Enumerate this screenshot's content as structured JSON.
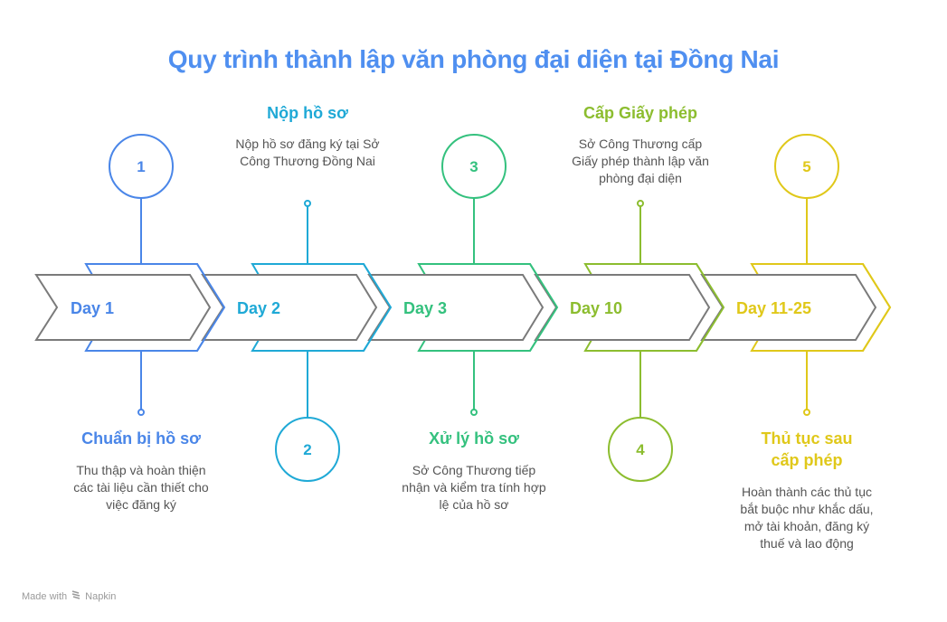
{
  "title": "Quy trình thành lập văn phòng đại diện tại Đồng Nai",
  "steps": [
    {
      "number": "1",
      "day": "Day 1",
      "heading": [
        "Chuẩn bị hồ sơ"
      ],
      "description": "Thu thập và hoàn thiện các tài liệu cần thiết cho việc đăng ký",
      "color": "#4a86e8",
      "circle_position": "top",
      "text_position": "bottom"
    },
    {
      "number": "2",
      "day": "Day 2",
      "heading": [
        "Nộp hồ sơ"
      ],
      "description": "Nộp hồ sơ đăng ký tại Sở Công Thương Đồng Nai",
      "color": "#1fa9d6",
      "circle_position": "bottom",
      "text_position": "top"
    },
    {
      "number": "3",
      "day": "Day 3",
      "heading": [
        "Xử lý hồ sơ"
      ],
      "description": "Sở Công Thương tiếp nhận và kiểm tra tính hợp lệ của hồ sơ",
      "color": "#34c17e",
      "circle_position": "top",
      "text_position": "bottom"
    },
    {
      "number": "4",
      "day": "Day 10",
      "heading": [
        "Cấp Giấy phép"
      ],
      "description": "Sở Công Thương cấp Giấy phép thành lập văn phòng đại diện",
      "color": "#8cbd2f",
      "circle_position": "bottom",
      "text_position": "top"
    },
    {
      "number": "5",
      "day": "Day 11-25",
      "heading": [
        "Thủ tục sau",
        "cấp phép"
      ],
      "description": "Hoàn thành các thủ tục bắt buộc như khắc dấu, mở tài khoản, đăng ký thuế và lao động",
      "color": "#e0c81a",
      "circle_position": "top",
      "text_position": "bottom"
    }
  ],
  "footer": {
    "made_with": "Made with",
    "brand": "Napkin",
    "icon": "napkin-logo-icon"
  },
  "colors": {
    "title": "#4f8ff0",
    "outline": "#7a7a7a",
    "description_text": "#555555"
  }
}
